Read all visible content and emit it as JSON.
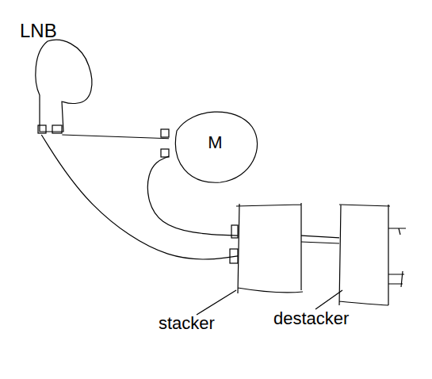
{
  "diagram": {
    "nodes": [
      {
        "text": [
          "LNB"
        ]
      },
      {
        "text": [
          "M"
        ]
      },
      {
        "text": [
          "stacker"
        ]
      },
      {
        "text": [
          "destacker"
        ]
      }
    ],
    "edges": [
      {
        "from": 0,
        "to": 1,
        "arrow": "none"
      },
      {
        "from": 1,
        "to": 2,
        "arrow": "none"
      },
      {
        "from": 0,
        "to": 2,
        "arrow": "none"
      },
      {
        "from": 2,
        "to": 3,
        "arrow": "none"
      }
    ]
  }
}
